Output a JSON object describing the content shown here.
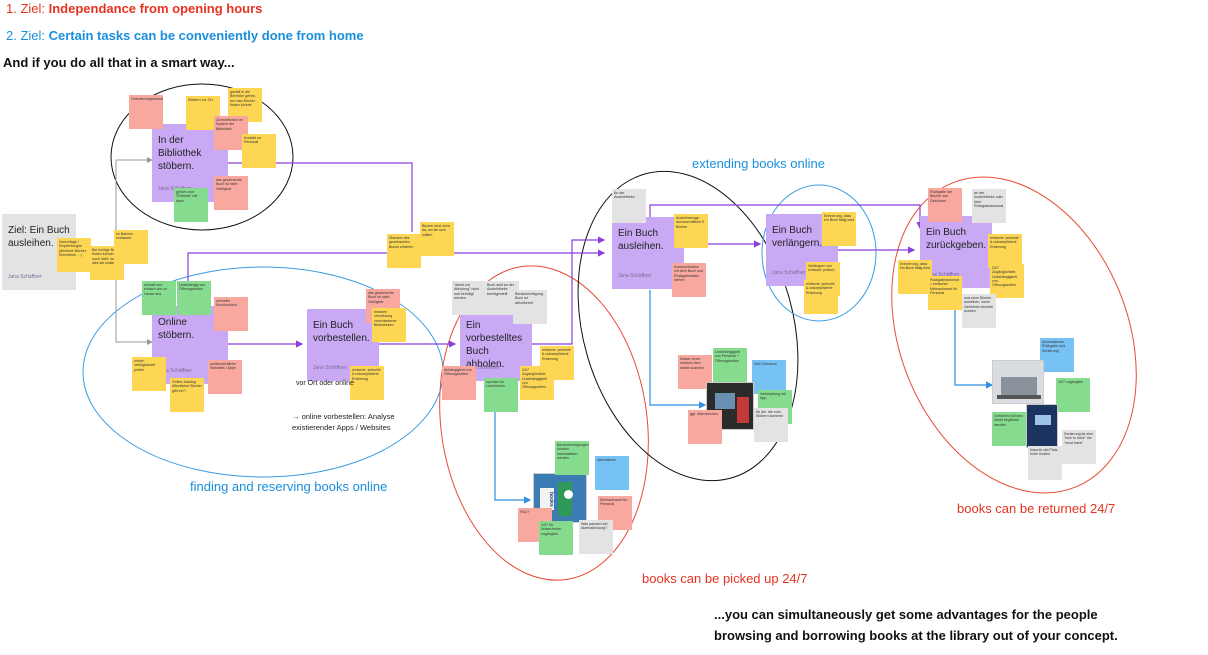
{
  "goals": {
    "goal1_prefix": "1. Ziel: ",
    "goal1_text": "Independance from opening hours",
    "goal2_prefix": "2. Ziel: ",
    "goal2_text": "Certain tasks can be conveniently done from home",
    "intro": "And if you do all that in a smart way...",
    "conclusion_line1": "...you can simultaneously get some advantages for the people",
    "conclusion_line2": "browsing and borrowing books at the library out of your concept."
  },
  "cluster_captions": {
    "finding": "finding and reserving books online",
    "picked_up": "books can be picked up 24/7",
    "extending": "extending books online",
    "returned": "books can be returned 24/7"
  },
  "process_cards": {
    "start": "Ziel: Ein Buch ausleihen.",
    "browse_library": "In der Bibliothek stöbern.",
    "browse_online": "Online stöbern.",
    "reserve": "Ein Buch vorbestellen.",
    "pickup": "Ein vorbestelltes Buch abholen.",
    "borrow": "Ein Buch ausleihen.",
    "extend": "Ein Buch verlängern.",
    "return": "Ein Buch zurückgeben.",
    "author": "Jana Schäffner"
  },
  "reserve_notes": {
    "line1": "vor Ort oder online",
    "line2": "→ online vorbestellen: Analyse",
    "line3": "existierender Apps / Websites"
  },
  "sticky_notes": {
    "n1": "Orientierungsschwierigkeiten",
    "n2": "Stöbern vor Ort",
    "n3": "gezielt in die Bereiche gehen, wo man Bücher finden könnte",
    "n4": "Zurechtfinden im System der Bibliothek",
    "n5": "Kontakt zu Personal",
    "n6": "gehört zum \"Erlebnis\" mit dazu",
    "n7": "das gewünschte Buch ist nicht Verfügbar",
    "n8": "Vorschläge / Empfehlungen (ähnliche Bücher, Schreibstil, ...)",
    "n9": "Bei richtige Buch finden können noch nicht, wer dies sie wollen",
    "n10": "im Bahnen verlassen",
    "n11": "Standort des gewünschten Buchs erfahren",
    "n12": "Bücher sind nicht da, wo sie sein sollten",
    "n13": "schnell und einfach von zu Hause aus",
    "n14": "Unabhängig von Öffnungszeiten",
    "n15": "schneller Suchfunktion",
    "n16": "online Verfügbarkeit prüfen",
    "n17": "unübersichtliche Websites / Apps",
    "n18": "Online-Katalog öffentlicher Bücher gibt es?!",
    "n19": "das gewünschte Buch ist nicht Verfügbar",
    "n20": "bessere Vernetzung verschiedener Bibliotheken",
    "n21": "einfache, schnelle & unkomplizierte Erfahrung",
    "n22": "\"damit zur Abholung\" nicht mal benötigt werden",
    "n23": "Buch wird an der Ausleihtheke bereitgestellt",
    "n24": "Benachrichtigung: Buch ist abholbereit",
    "n25": "Abhängigkeit von Öffnungszeiten",
    "n26": "einfache, schnelle & unkomplizierte Erfahrung",
    "n27": "24/7 Zugänglichkeit: Unabhängigkeit von Öffnungszeiten",
    "n28": "spontan für Leser/innen",
    "n29": "Benachrichtigungen können automatisiert werden",
    "n30": "Alternativen",
    "n31": "FAQ?",
    "n32": "Mehraufwand für Personal",
    "n33": "24/7 für Nutzer/innen zugänglich",
    "n34": "Was passiert bei Alarmabholung?",
    "n35": "An der Ausleihtheke",
    "n36": "Ausleihmenge: durchschnittlich 5 Bücher",
    "n37": "Kommunikation mit dem Buch und Rückgabedaten stehen",
    "n38": "Nutzer innen müssen dem selbst scannen",
    "n39": "Unabhängigkeit von Personal + Öffnungszeiten",
    "n40": "Self-Checkout",
    "n41": "ggf. Warnzeichen",
    "n42": "Verknüpfung mit App",
    "n43": "für die, die zum Stöbern kommen",
    "n44": "Erinnerung, dass ein Buch fällig wird",
    "n45": "Verlängern von zuhause (online)",
    "n46": "einfache, schnelle & unkomplizierte Erfahrung",
    "n47": "Rückgabe der Bücher von Gebühren",
    "n48": "an der Ausleihtheke oder über Rückgabeautomat",
    "n49": "einfache, schnelle & unkomplizierte Erfahrung",
    "n50": "24/7 Zugänglichkeit: Unabhängigkeit von Öffnungszeiten",
    "n51": "Erinnerung, dass ein Buch fällig wird",
    "n52": "Rückgabeautomat = einfacher Mehraufwand für Personal",
    "n53": "und neue Bücher ausleihen, wenn Gebühren bezahlt wurden",
    "n54": "Automatische Rückgabe und Sortierung",
    "n55": "24/7 zugänglich",
    "n56": "Gebühren können direkt beglichen werden",
    "n57": "braucht viel Platz, hohe Kosten",
    "n58": "Sortierung ist eher \"nice to have\" als \"must have\""
  },
  "photos": {
    "books_icon": "books"
  },
  "colors": {
    "goal1": "#e63320",
    "goal2": "#1a8fdc",
    "card": "#c9a9f4",
    "arrow": "#8a3fe0",
    "blue_arrow": "#2f8fe0",
    "ellipse_black": "#111111",
    "ellipse_blue": "#3a9be0",
    "ellipse_red": "#e84a33"
  }
}
